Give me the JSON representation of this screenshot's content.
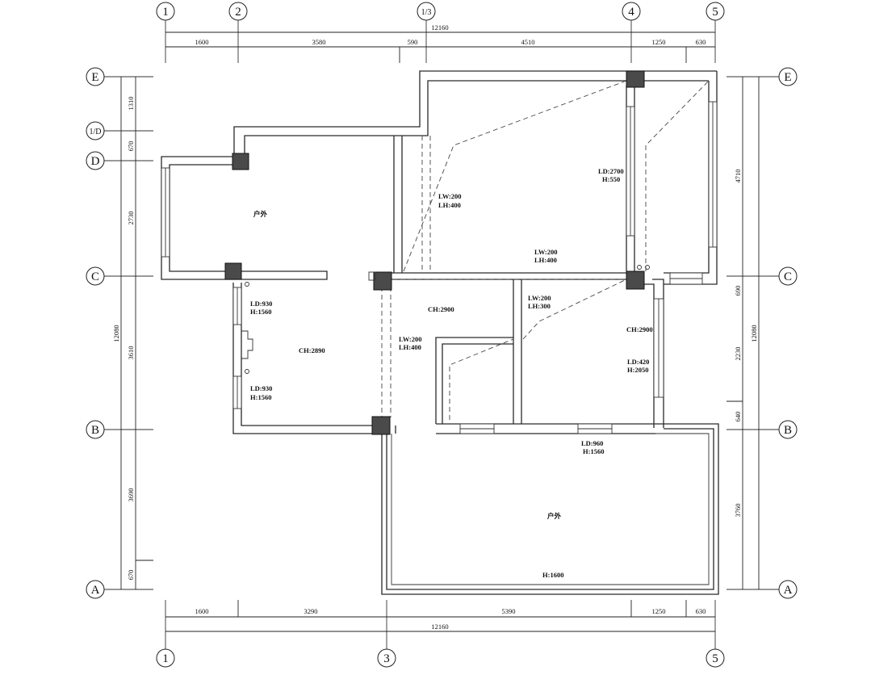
{
  "grid_labels": {
    "top": [
      "1",
      "2",
      "1/3",
      "4",
      "5"
    ],
    "bottom": [
      "1",
      "3",
      "5"
    ],
    "left": [
      "E",
      "1/D",
      "D",
      "C",
      "B",
      "A"
    ],
    "right": [
      "E",
      "C",
      "B",
      "A"
    ]
  },
  "dimensions": {
    "top_total": "12160",
    "top_segments": [
      "1600",
      "3580",
      "590",
      "4510",
      "1250",
      "630"
    ],
    "bottom_total": "12160",
    "bottom_segments": [
      "1600",
      "3290",
      "5390",
      "1250",
      "630"
    ],
    "left_total": "12080",
    "left_segments": [
      "1310",
      "670",
      "2730",
      "3610",
      "3690",
      "670"
    ],
    "right_total": "12080",
    "right_segments": [
      "4710",
      "690",
      "2230",
      "640",
      "3760"
    ]
  },
  "rooms": {
    "outdoor_top_left": "户外",
    "outdoor_bottom": "户外",
    "left_room_ch": "CH:2890",
    "center_ch": "CH:2900",
    "right_ch": "CH:2900"
  },
  "annotations": {
    "ld930_a1": "LD:930",
    "h1560_a2": "H:1560",
    "ld930_b1": "LD:930",
    "h1560_b2": "H:1560",
    "lw200_center1": "LW:200",
    "lh400_center2": "LH:400",
    "lw200_upper1": "LW:200",
    "lh400_upper2": "LH:400",
    "lw200_mid1": "LW:200",
    "lh400_mid2": "LH:400",
    "lw200_right1": "LW:200",
    "lh300_right2": "LH:300",
    "ld2700_1": "LD:2700",
    "h550_2": "H:550",
    "ld420_1": "LD:420",
    "h2050_2": "H:2050",
    "ld960_1": "LD:960",
    "h1560_3": "H:1560",
    "h1600": "H:1600"
  }
}
